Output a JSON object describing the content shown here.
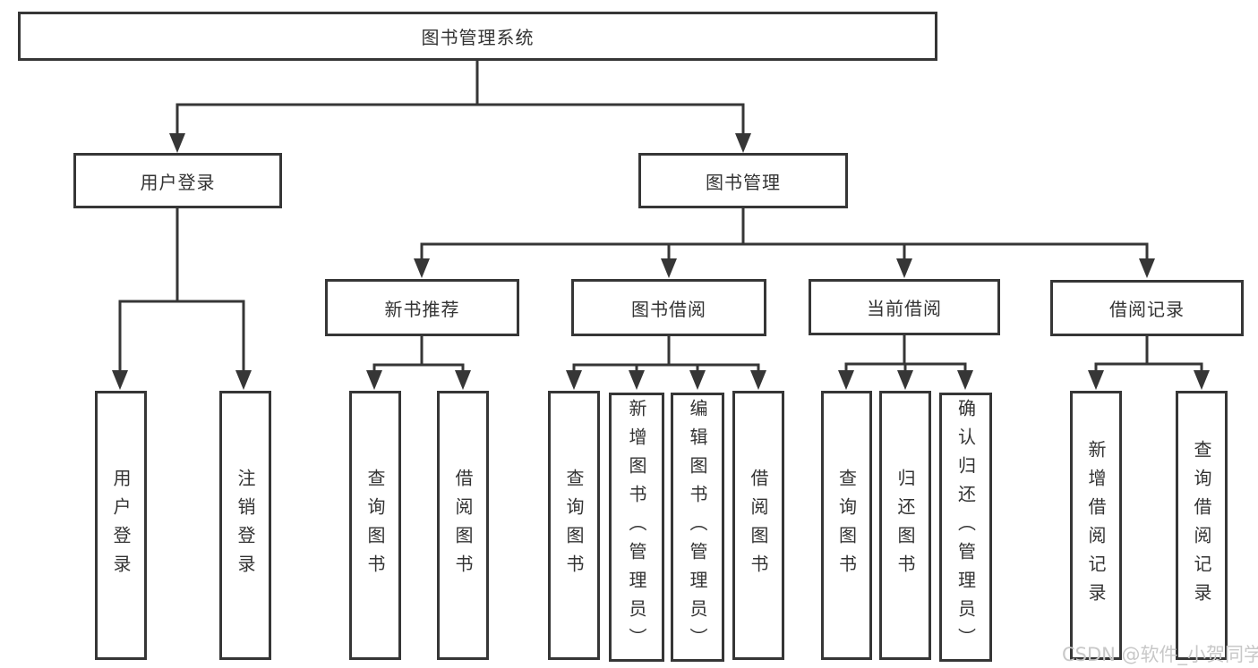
{
  "root": {
    "label": "图书管理系统"
  },
  "branches": {
    "user_login": {
      "label": "用户登录",
      "children": {
        "login": {
          "label": "用户登录"
        },
        "logout": {
          "label": "注销登录"
        }
      }
    },
    "book_mgmt": {
      "label": "图书管理",
      "sections": {
        "new_book_rec": {
          "label": "新书推荐",
          "children": {
            "query": {
              "label": "查询图书"
            },
            "borrow": {
              "label": "借阅图书"
            }
          }
        },
        "book_borrow": {
          "label": "图书借阅",
          "children": {
            "query": {
              "label": "查询图书"
            },
            "add": {
              "label": "新增图书（管理员）"
            },
            "edit": {
              "label": "编辑图书（管理员）"
            },
            "borrow": {
              "label": "借阅图书"
            }
          }
        },
        "current_borrow": {
          "label": "当前借阅",
          "children": {
            "query": {
              "label": "查询图书"
            },
            "return": {
              "label": "归还图书"
            },
            "confirm": {
              "label": "确认归还（管理员）"
            }
          }
        },
        "borrow_records": {
          "label": "借阅记录",
          "children": {
            "add": {
              "label": "新增借阅记录"
            },
            "query": {
              "label": "查询借阅记录"
            }
          }
        }
      }
    }
  },
  "watermark": {
    "text": "CSDN @软件_小贺同学"
  },
  "colors": {
    "line": "#363636",
    "text": "#333333",
    "watermark": "#c8c8c8",
    "background": "#ffffff"
  }
}
